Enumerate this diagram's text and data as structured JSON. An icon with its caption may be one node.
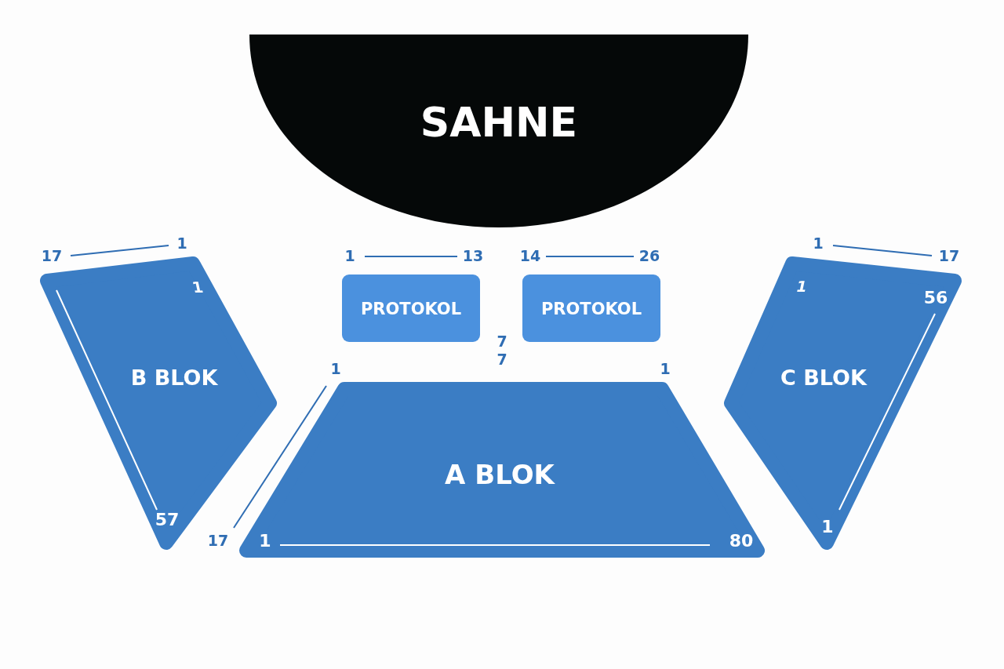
{
  "diagram": {
    "nodes": [
      {
        "text": [
          "SAHNE"
        ]
      },
      {
        "text": [
          "1",
          "B BLOK",
          "57"
        ]
      },
      {
        "text": [
          "PROTOKOL"
        ]
      },
      {
        "text": [
          "PROTOKOL"
        ]
      },
      {
        "text": [
          "A BLOK",
          "1",
          "80"
        ]
      },
      {
        "text": [
          "1",
          "56",
          "C BLOK",
          "1"
        ]
      }
    ],
    "labels": [
      "1",
      "1",
      "17",
      "1",
      "13",
      "14",
      "26",
      "17",
      "7",
      "7",
      "1",
      "1",
      "17"
    ]
  }
}
